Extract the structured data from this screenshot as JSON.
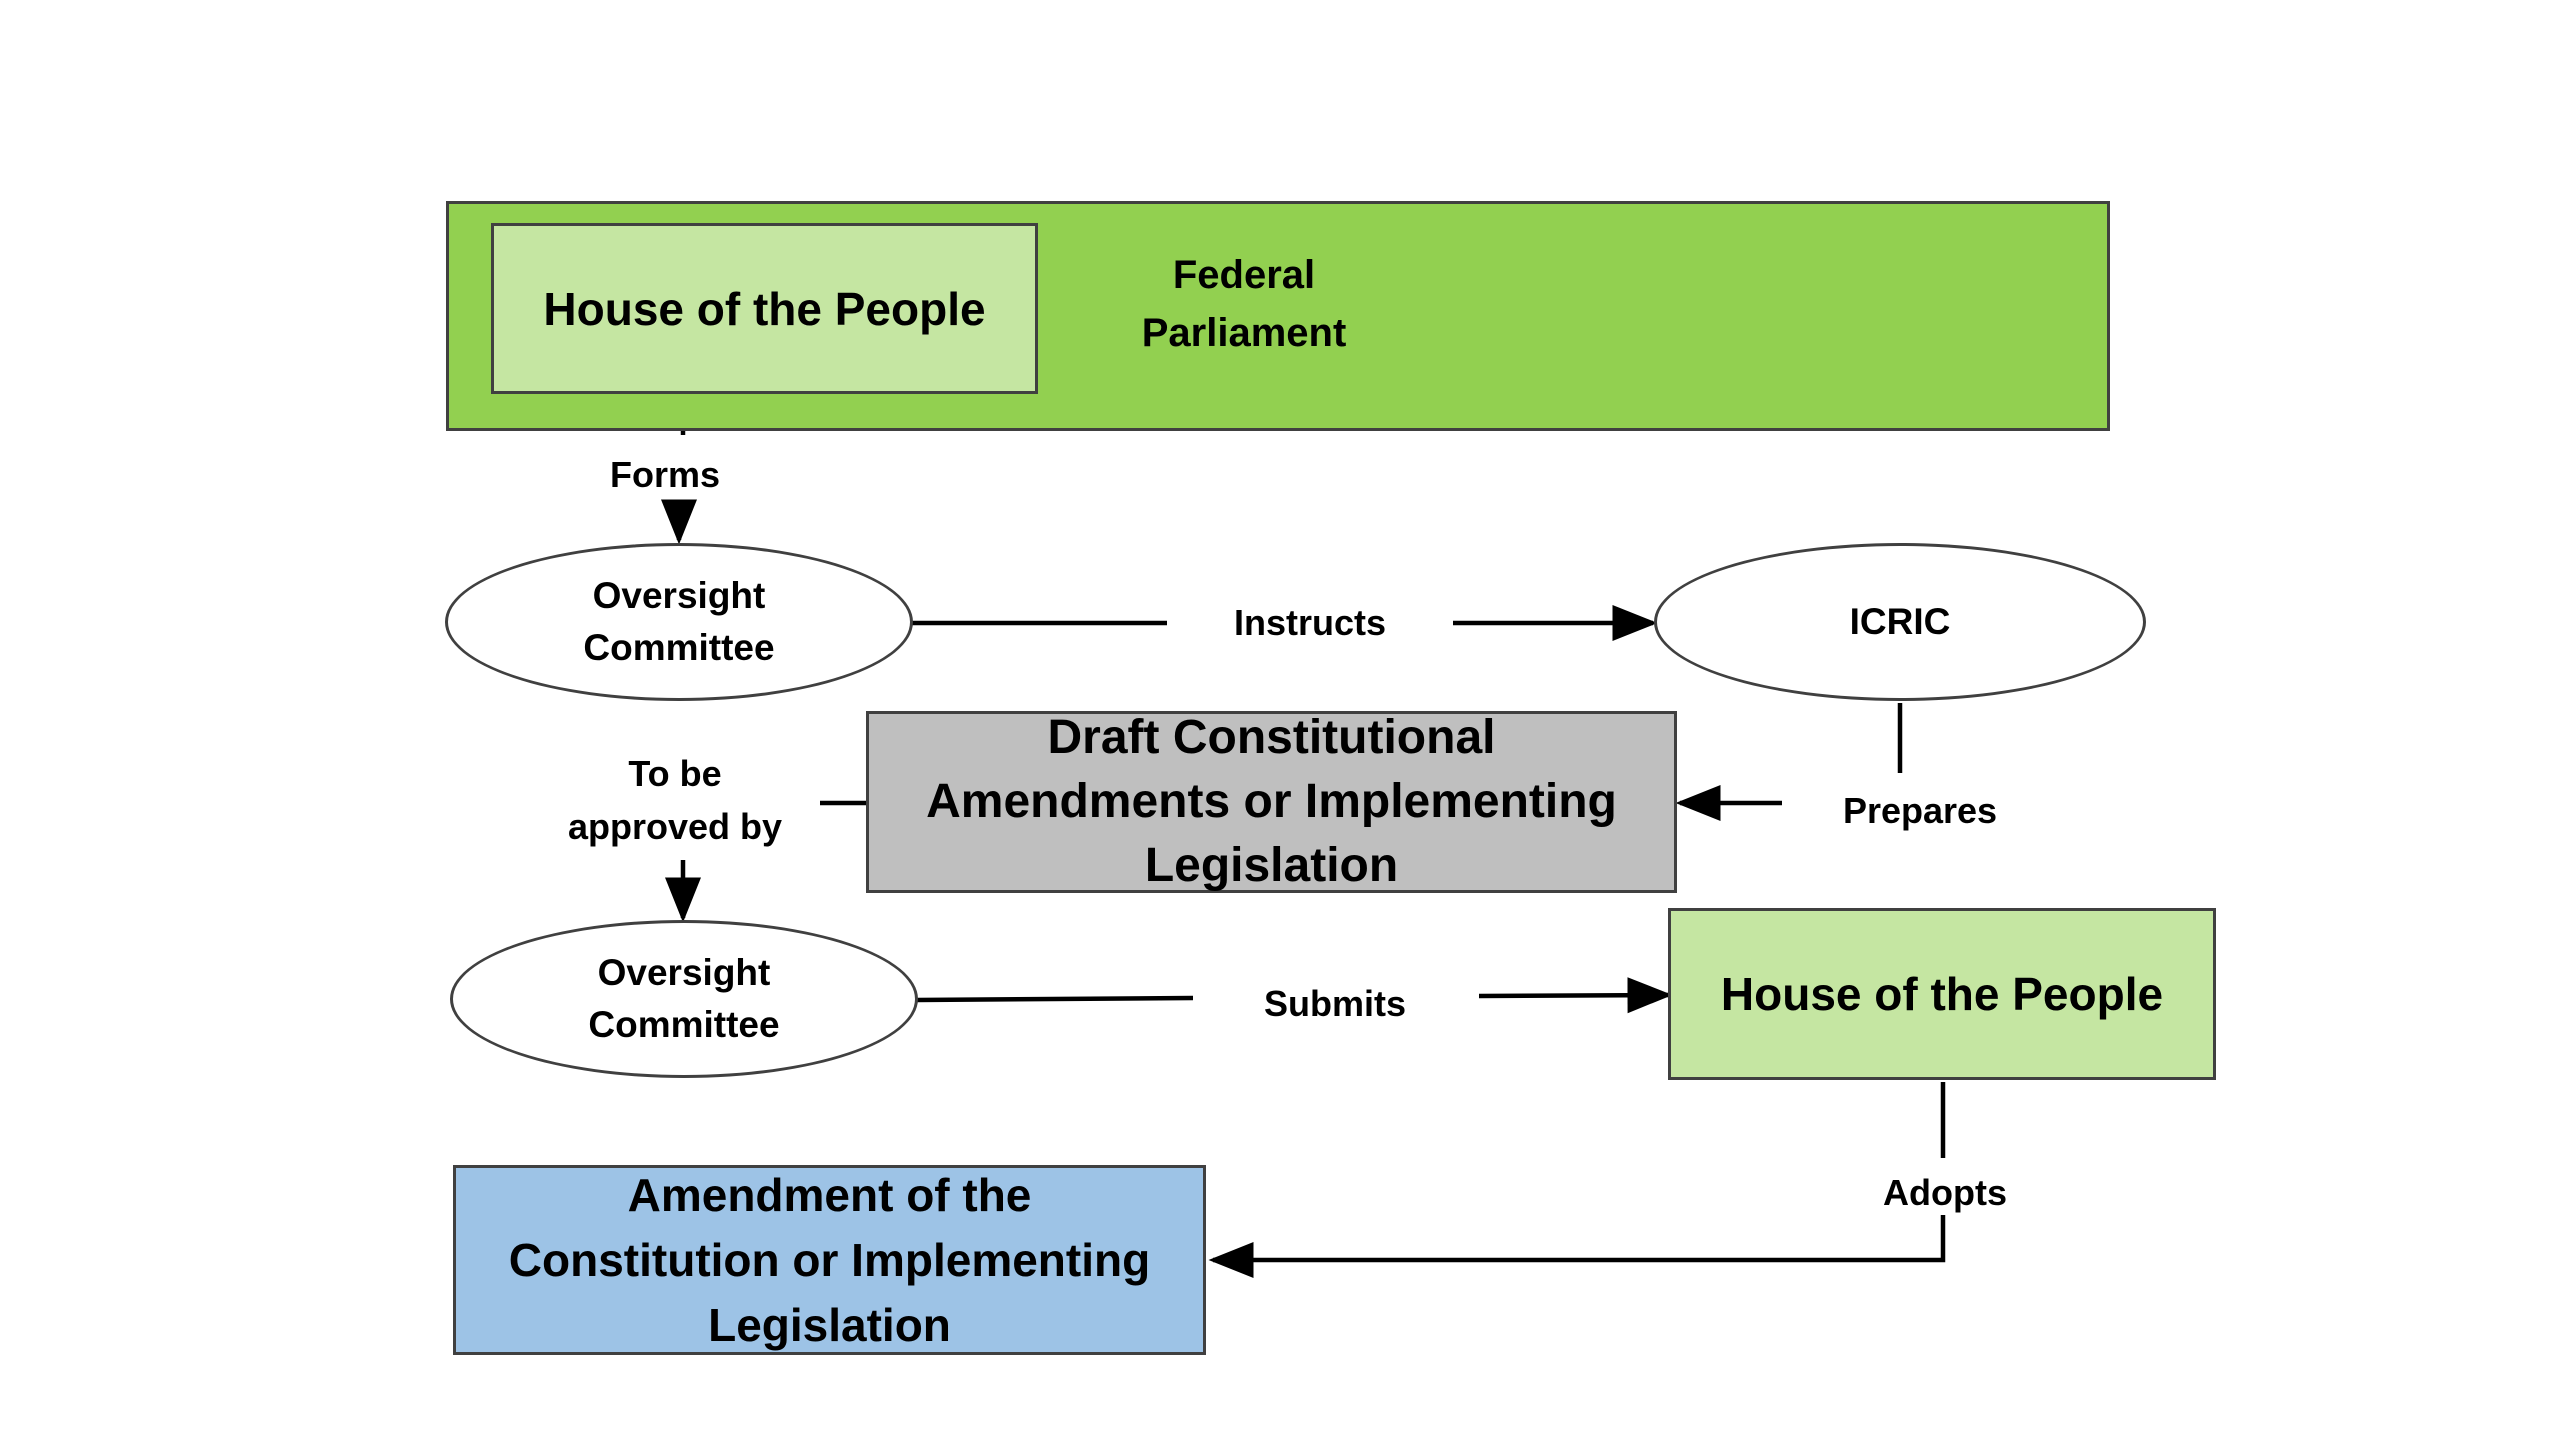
{
  "colors": {
    "parliament_fill": "#92d050",
    "house_fill": "#c5e6a2",
    "draft_fill": "#bfbfbf",
    "amendment_fill": "#9dc3e6",
    "line": "#000000"
  },
  "nodes": {
    "federal_parliament": "Federal\nParliament",
    "house_top": "House of the People",
    "oversight_top": "Oversight\nCommittee",
    "icric": "ICRIC",
    "draft": "Draft  Constitutional\nAmendments or Implementing\nLegislation",
    "oversight_bottom": "Oversight\nCommittee",
    "house_bottom": "House of the People",
    "amendment": "Amendment of the\nConstitution or Implementing\nLegislation"
  },
  "edges": {
    "forms": "Forms",
    "instructs": "Instructs",
    "prepares": "Prepares",
    "to_be_approved_by": "To be\napproved by",
    "submits": "Submits",
    "adopts": "Adopts"
  }
}
